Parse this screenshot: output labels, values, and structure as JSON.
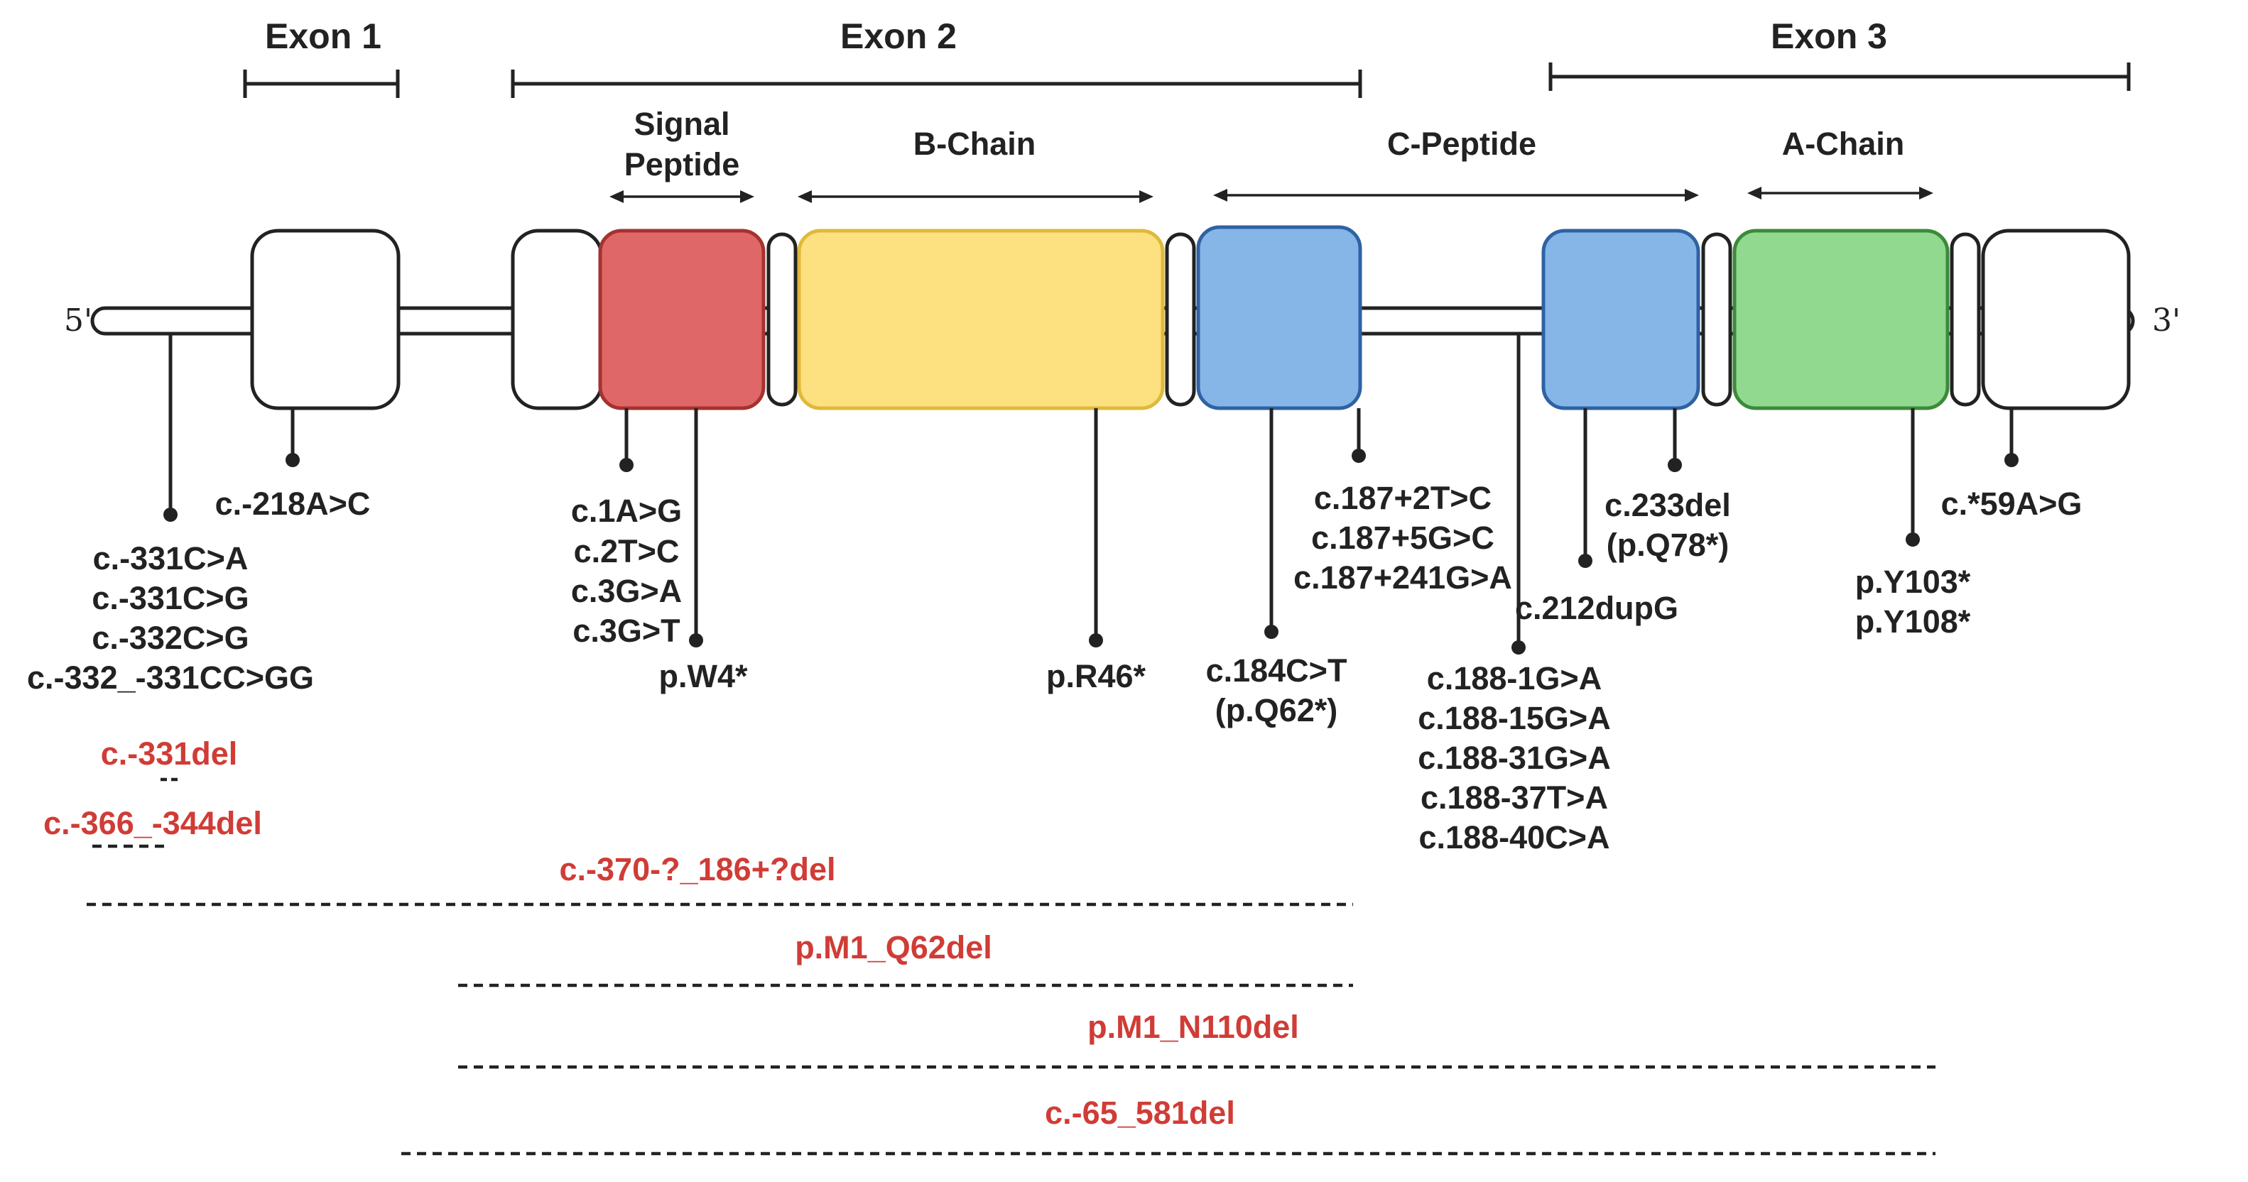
{
  "exons": [
    "Exon 1",
    "Exon 2",
    "Exon 3"
  ],
  "regions": {
    "signal_peptide": [
      "Signal",
      "Peptide"
    ],
    "b_chain": "B-Chain",
    "c_peptide": "C-Peptide",
    "a_chain": "A-Chain"
  },
  "ends": {
    "five": "5'",
    "three": "3'"
  },
  "colors": {
    "signal_peptide": "#e06767",
    "b_chain": "#fde07f",
    "c_peptide": "#86b6e8",
    "a_chain": "#91d98f",
    "deletion_text": "#d03c36"
  },
  "variants": {
    "utr5_promoter": [
      "c.-331C>A",
      "c.-331C>G",
      "c.-332C>G",
      "c.-332_-331CC>GG"
    ],
    "exon1": "c.-218A>C",
    "start_codon": [
      "c.1A>G",
      "c.2T>C",
      "c.3G>A",
      "c.3G>T"
    ],
    "signal": "p.W4*",
    "b_chain": "p.R46*",
    "c_peptide_exon2": [
      "c.184C>T",
      "(p.Q62*)"
    ],
    "intron2_splice": [
      "c.187+2T>C",
      "c.187+5G>C",
      "c.187+241G>A"
    ],
    "intron2_acceptor": [
      "c.188-1G>A",
      "c.188-15G>A",
      "c.188-31G>A",
      "c.188-37T>A",
      "c.188-40C>A"
    ],
    "c_peptide_exon3_dup": "c.212dupG",
    "c_peptide_exon3_del": [
      "c.233del",
      "(p.Q78*)"
    ],
    "a_chain": [
      "p.Y103*",
      "p.Y108*"
    ],
    "utr3": "c.*59A>G"
  },
  "deletions": [
    "c.-331del",
    "c.-366_-344del",
    "c.-370-?_186+?del",
    "p.M1_Q62del",
    "p.M1_N110del",
    "c.-65_581del"
  ]
}
